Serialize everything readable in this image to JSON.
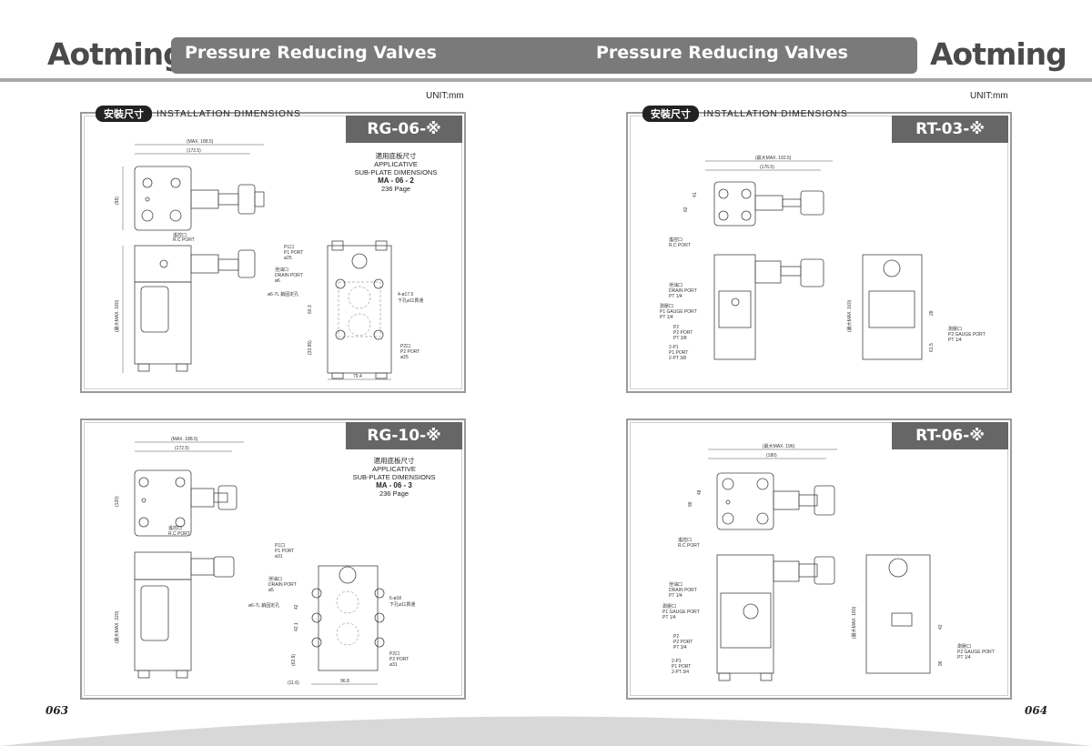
{
  "brand": "Aotming",
  "header": {
    "left_title": "Pressure Reducing Valves",
    "right_title": "Pressure Reducing Valves"
  },
  "unit_left": "UNIT:mm",
  "unit_right": "UNIT:mm",
  "install_badge": "安裝尺寸",
  "install_label": "INSTALLATION DIMENSIONS",
  "sub_cn": "適用底板尺寸",
  "sub_applicative": "APPLICATIVE",
  "sub_en": "SUB-PLATE DIMENSIONS",
  "panels": {
    "rg06": {
      "model": "RG-06-※",
      "plate": "MA - 06 - 2",
      "page": "236 Page",
      "dims": {
        "max_w": "(MAX. 188.5)",
        "w": "(172.5)",
        "h1": "(98)",
        "hmax": "(最大MAX. 180)",
        "d1": "60.3",
        "d2": "(33.95)",
        "bw": "79.4",
        "bolt": "4-ø17.5",
        "thru": "下孔ø11貫通"
      },
      "ports": {
        "rc_cn": "遙控口",
        "rc": "R.C PORT",
        "p1_cn": "P1口",
        "p1": "P1 PORT",
        "p1d": "ø25",
        "dr_cn": "泄油口",
        "dr": "DRAIN PORT",
        "drd": "ø6",
        "pin": "ø6-7L 銷固定孔",
        "p2_cn": "P2口",
        "p2": "P2 PORT",
        "p2d": "ø25"
      }
    },
    "rg10": {
      "model": "RG-10-※",
      "plate": "MA - 06 - 3",
      "page": "236 Page",
      "dims": {
        "max_w": "(MAX. 188.5)",
        "w": "(172.5)",
        "h1": "(120)",
        "hmax": "(最大MAX. 220)",
        "d1": "42",
        "d2": "42.1",
        "d3": "(62.9)",
        "d4": "(11.6)",
        "bw": "96.8",
        "bolt": "6-ø18",
        "thru": "下孔ø11貫通"
      },
      "ports": {
        "rc_cn": "遙控口",
        "rc": "R.C PORT",
        "p1_cn": "P1口",
        "p1": "P1 PORT",
        "p1d": "ø31",
        "dr_cn": "泄油口",
        "dr": "DRAIN PORT",
        "drd": "ø5",
        "pin": "ø6-7L 銷固定孔",
        "p2_cn": "P2口",
        "p2": "P2 PORT",
        "p2d": "ø31"
      }
    },
    "rt03": {
      "model": "RT-03-※",
      "dims": {
        "max_w": "(最大MAX. 192.5)",
        "w": "(176.5)",
        "h1": "41",
        "h2": "82",
        "hmax": "(最大MAX. 160)",
        "r1": "28",
        "r2": "61.5"
      },
      "ports": {
        "rc_cn": "遙控口",
        "rc": "R.C PORT",
        "dr_cn": "泄油口",
        "dr": "DRAIN PORT",
        "drt": "PT 1/4",
        "g_cn": "測壓口",
        "g": "P1 GAUGE PORT",
        "gt": "PT 1/4",
        "p2_cn": "P2",
        "p2": "P2 PORT",
        "p2t": "PT 3/8",
        "p1_cn": "2-P1",
        "p1": "P1 PORT",
        "p1t": "2-PT 3/8",
        "g2_cn": "測壓口",
        "g2": "P2 GAUGE PORT",
        "g2t": "PT 1/4"
      }
    },
    "rt06": {
      "model": "RT-06-※",
      "dims": {
        "max_w": "(最大MAX. 196)",
        "w": "(180)",
        "h1": "48",
        "h2": "96",
        "hmax": "(最大MAX. 180)",
        "r1": "42",
        "r2": "96"
      },
      "ports": {
        "rc_cn": "遙控口",
        "rc": "R.C PORT",
        "dr_cn": "泄油口",
        "dr": "DRAIN PORT",
        "drt": "PT 1/4",
        "g_cn": "測壓口",
        "g": "P1 GAUGE PORT",
        "gt": "PT 1/4",
        "p2_cn": "P2",
        "p2": "P2 PORT",
        "p2t": "PT 3/4",
        "p1_cn": "2-P1",
        "p1": "P1 PORT",
        "p1t": "2-PT 3/4",
        "g2_cn": "測壓口",
        "g2": "P2 GAUGE PORT",
        "g2t": "PT 1/4"
      }
    }
  },
  "page_left": "063",
  "page_right": "064"
}
